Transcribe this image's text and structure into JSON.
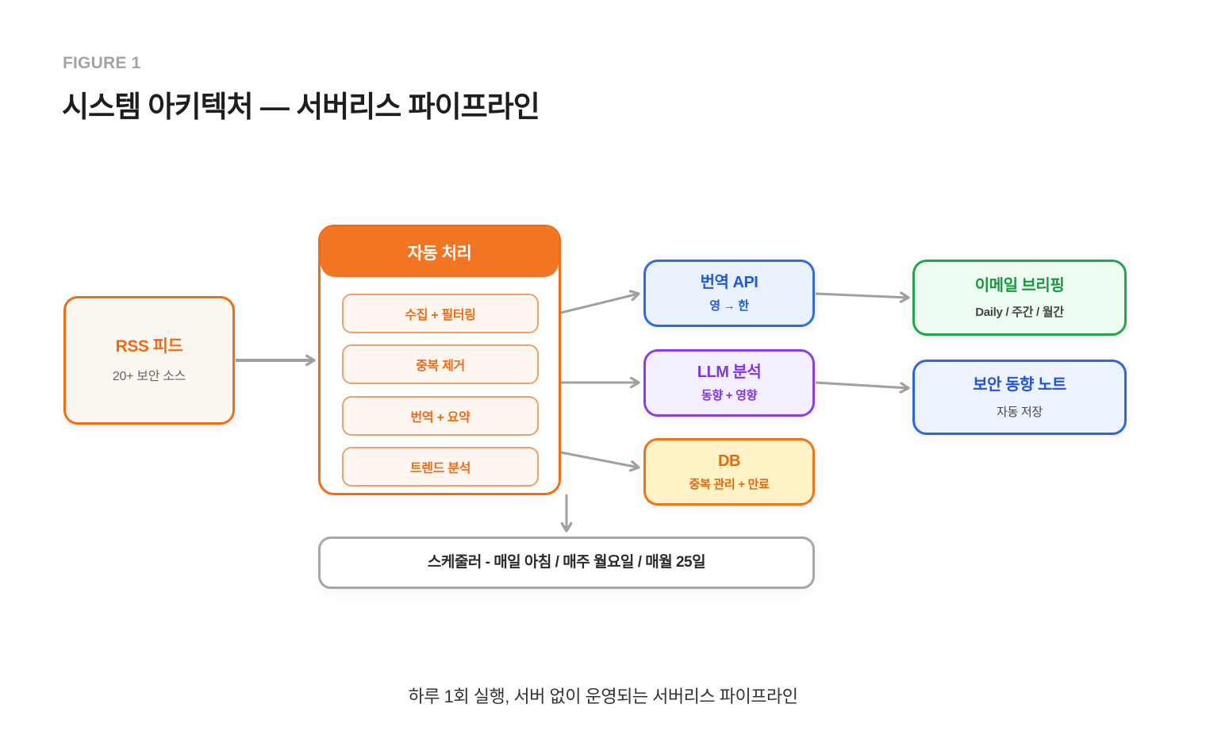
{
  "figure": {
    "label": "FIGURE 1",
    "title": "시스템 아키텍처 — 서버리스 파이프라인",
    "caption": "하루 1회 실행, 서버 없이 운영되는 서버리스 파이프라인"
  },
  "nodes": {
    "rss": {
      "title": "RSS 피드",
      "subtitle": "20+ 보안 소스"
    },
    "processing": {
      "title": "자동 처리",
      "steps": [
        {
          "label": "수집 + 필터링"
        },
        {
          "label": "중복 제거"
        },
        {
          "label": "번역 + 요약"
        },
        {
          "label": "트렌드 분석"
        }
      ]
    },
    "translation_api": {
      "title": "번역 API",
      "subtitle": "영 → 한"
    },
    "llm_analysis": {
      "title": "LLM 분석",
      "subtitle": "동향 + 영향"
    },
    "db": {
      "title": "DB",
      "subtitle": "중복 관리 + 만료"
    },
    "email_briefing": {
      "title": "이메일 브리핑",
      "subtitle": "Daily / 주간 / 월간"
    },
    "security_notes": {
      "title": "보안 동향 노트",
      "subtitle": "자동 저장"
    },
    "scheduler": {
      "title": "스케줄러 - 매일 아침 / 매주 월요일 / 매월 25일"
    }
  },
  "edges": [
    {
      "from": "rss",
      "to": "processing"
    },
    {
      "from": "processing",
      "to": "translation_api"
    },
    {
      "from": "processing",
      "to": "llm_analysis"
    },
    {
      "from": "processing",
      "to": "db"
    },
    {
      "from": "translation_api",
      "to": "email_briefing"
    },
    {
      "from": "llm_analysis",
      "to": "security_notes"
    },
    {
      "from": "processing",
      "to": "scheduler"
    }
  ],
  "colors": {
    "orange": "#f26c13",
    "blue": "#2f6be3",
    "purple": "#8a3fe6",
    "green": "#1fa64a",
    "gray_arrow": "#a0a0a0"
  }
}
